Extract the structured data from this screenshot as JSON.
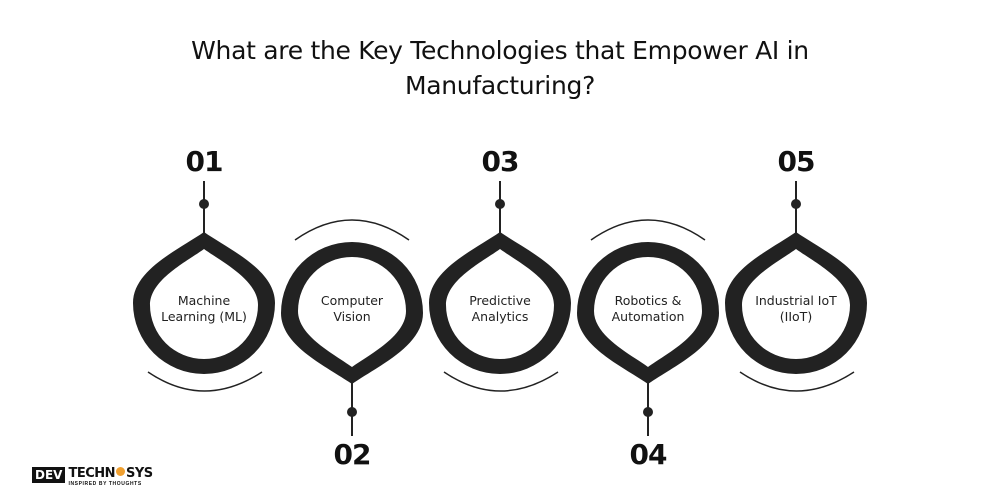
{
  "title": "What are the Key Technologies that Empower AI in Manufacturing?",
  "title_lines": [
    "What are the Key Technologies that Empower AI in",
    "Manufacturing?"
  ],
  "colors": {
    "shape": "#222222",
    "text": "#222222",
    "background": "#ffffff",
    "logo_accent": "#f0a030"
  },
  "items": [
    {
      "number": "01",
      "line1": "Machine",
      "line2": "Learning (ML)",
      "point": "top"
    },
    {
      "number": "02",
      "line1": "Computer",
      "line2": "Vision",
      "point": "bottom"
    },
    {
      "number": "03",
      "line1": "Predictive",
      "line2": "Analytics",
      "point": "top"
    },
    {
      "number": "04",
      "line1": "Robotics &",
      "line2": "Automation",
      "point": "bottom"
    },
    {
      "number": "05",
      "line1": "Industrial IoT",
      "line2": "(IIoT)",
      "point": "top"
    }
  ],
  "logo": {
    "dev": "DEV",
    "tech": "TECHN",
    "sys": "SYS",
    "tagline": "INSPIRED BY THOUGHTS"
  }
}
